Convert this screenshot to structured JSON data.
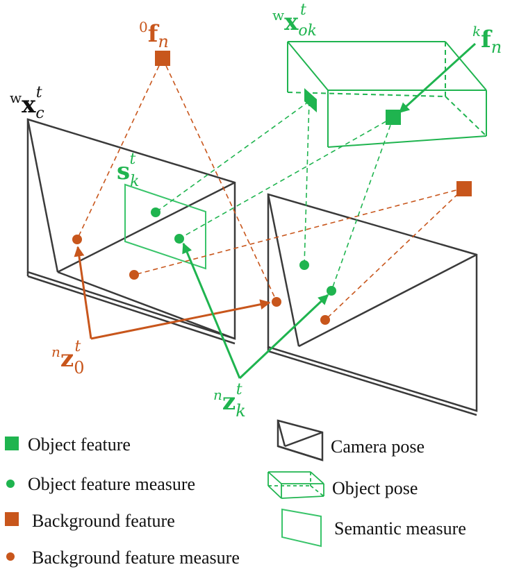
{
  "colors": {
    "camera": "#3a3a3a",
    "object": "#1fb44f",
    "object_light": "#39c46a",
    "background": "#c8561c"
  },
  "labels": {
    "camera_pose_label": {
      "sup": "w",
      "main": "x",
      "sub": "c",
      "sup2": "t"
    },
    "object_pose_label": {
      "sup": "w",
      "main": "x",
      "sub": "ok",
      "sup2": "t"
    },
    "background_feature_label": {
      "sup": "0",
      "main": "f",
      "sub": "n"
    },
    "object_feature_label": {
      "sup": "k",
      "main": "f",
      "sub": "n"
    },
    "semantic_label": {
      "main": "s",
      "sub": "k",
      "sup2": "t"
    },
    "background_measure_label": {
      "sup": "n",
      "main": "z",
      "sub": "0",
      "sup2": "t"
    },
    "object_measure_label": {
      "sup": "n",
      "main": "z",
      "sub": "k",
      "sup2": "t"
    }
  },
  "legend": {
    "object_feature": "Object feature",
    "object_feature_measure": "Object feature measure",
    "background_feature": "Background feature",
    "background_feature_measure": "Background feature measure",
    "camera_pose": "Camera pose",
    "object_pose": "Object pose",
    "semantic_measure": "Semantic measure"
  }
}
